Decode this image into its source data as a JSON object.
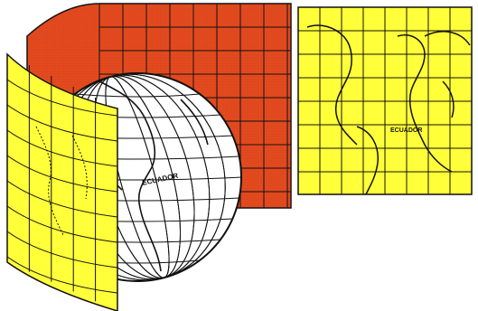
{
  "figure": {
    "globe_label": "ECUADOR",
    "map_label": "ECUADOR"
  },
  "colors": {
    "cylinder_inner": "#e34a1e",
    "cylinder_outer": "#ffff3a",
    "map_fill": "#ffff3a",
    "globe_fill": "#ffffff",
    "line": "#111111"
  },
  "icons": {
    "globe": "globe-icon",
    "cylinder": "cylinder-projection",
    "map": "world-map"
  }
}
